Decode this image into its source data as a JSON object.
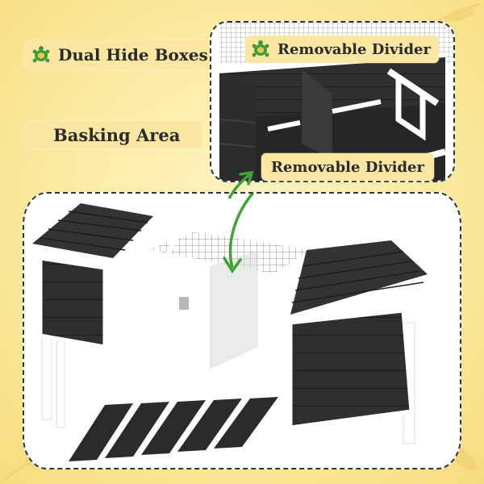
{
  "labels": {
    "dual_hide_boxes": "Dual Hide Boxes",
    "basking_area": "Basking Area",
    "removable_divider_top": "Removable Divider",
    "removable_divider_bottom": "Removable Divider"
  },
  "icons": {
    "badge_icon": "turtle-icon",
    "pointer": "double-arrow-icon"
  },
  "colors": {
    "background": "#fbeaa0",
    "label_bg": "#fbe6a2",
    "wood_dark": "#2f2f2f",
    "frame_white": "#ffffff",
    "arrow_green": "#3fa33a",
    "turtle_green": "#3d9a3b"
  }
}
